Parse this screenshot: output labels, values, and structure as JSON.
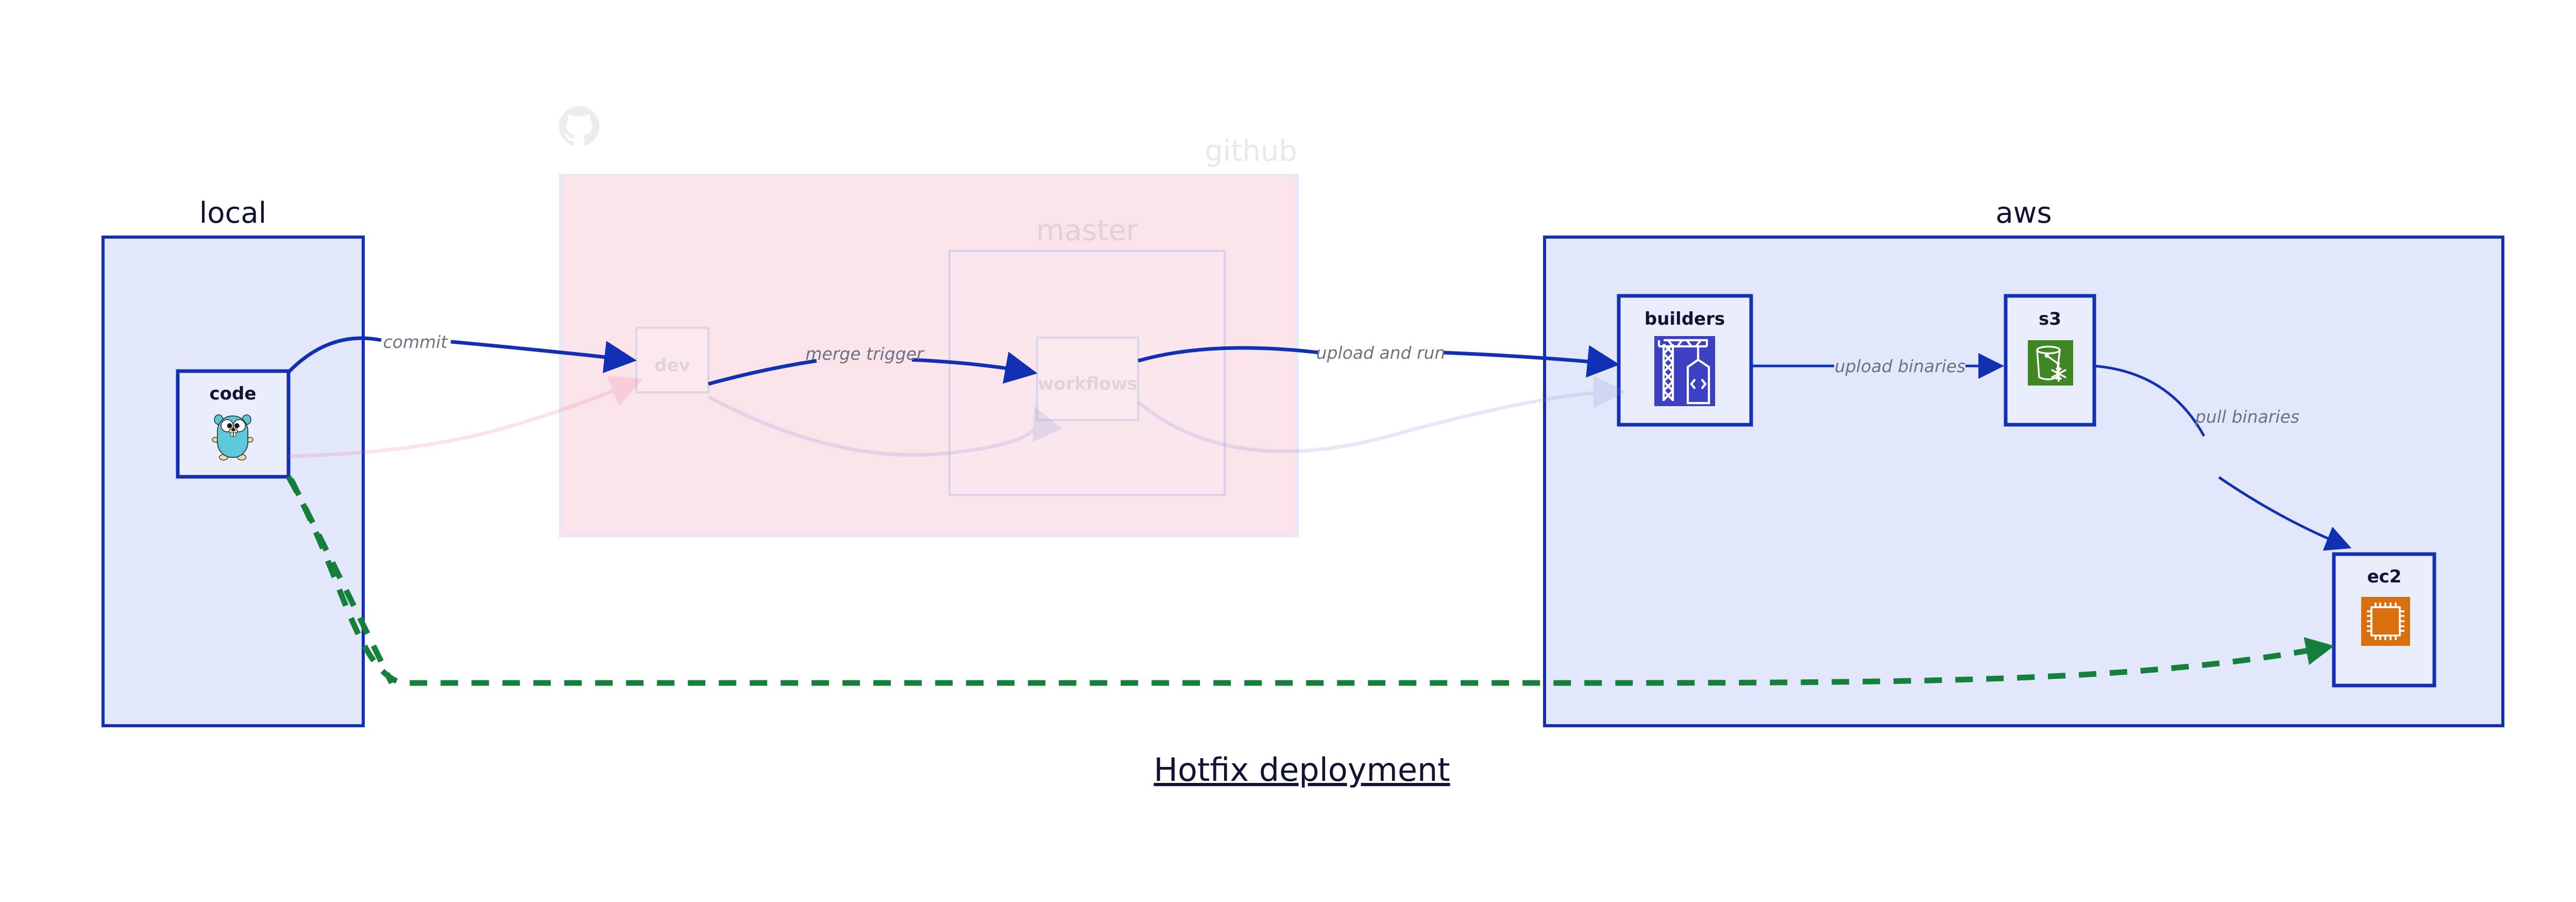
{
  "diagram": {
    "title": "Hotfix deployment",
    "groups": [
      {
        "id": "local",
        "label": "local",
        "faded": false
      },
      {
        "id": "github",
        "label": "github",
        "faded": true
      },
      {
        "id": "aws",
        "label": "aws",
        "faded": false
      }
    ],
    "subgroups": [
      {
        "id": "master",
        "label": "master",
        "parent": "github",
        "faded": true
      }
    ],
    "nodes": [
      {
        "id": "code",
        "label": "code",
        "group": "local",
        "icon": "go-gopher-icon",
        "faded": false
      },
      {
        "id": "dev",
        "label": "dev",
        "group": "github",
        "icon": null,
        "faded": true
      },
      {
        "id": "workflows",
        "label": "workflows",
        "group": "master",
        "icon": null,
        "faded": true
      },
      {
        "id": "builders",
        "label": "builders",
        "group": "aws",
        "icon": "aws-codebuild-icon",
        "faded": false
      },
      {
        "id": "s3",
        "label": "s3",
        "group": "aws",
        "icon": "aws-s3-glacier-icon",
        "faded": false
      },
      {
        "id": "ec2",
        "label": "ec2",
        "group": "aws",
        "icon": "aws-ec2-chip-icon",
        "faded": false
      }
    ],
    "edges": [
      {
        "id": "commit",
        "from": "code",
        "to": "dev",
        "label": "commit",
        "style": "solid",
        "color": "#1230b4"
      },
      {
        "id": "merge-trigger",
        "from": "dev",
        "to": "workflows",
        "label": "merge trigger",
        "style": "solid",
        "color": "#1230b4"
      },
      {
        "id": "upload-and-run",
        "from": "workflows",
        "to": "builders",
        "label": "upload and run",
        "style": "solid",
        "color": "#1230b4"
      },
      {
        "id": "upload-binaries",
        "from": "builders",
        "to": "s3",
        "label": "upload binaries",
        "style": "solid",
        "color": "#1230b4"
      },
      {
        "id": "pull-binaries",
        "from": "s3",
        "to": "ec2",
        "label": "pull binaries",
        "style": "solid",
        "color": "#1230b4"
      },
      {
        "id": "hotfix-direct",
        "from": "code",
        "to": "ec2",
        "label": "",
        "style": "dashed",
        "color": "#14803c"
      }
    ],
    "ghost_edges": [
      {
        "id": "ghost-code-dev",
        "from": "code",
        "to": "dev",
        "color": "#e8607d"
      },
      {
        "id": "ghost-dev-workflows",
        "from": "dev",
        "to": "workflows",
        "color": "#7d86d4"
      },
      {
        "id": "ghost-workflows-builders",
        "from": "workflows",
        "to": "builders",
        "color": "#7d86d4"
      }
    ],
    "icons": {
      "github_logo": "github-octocat-icon"
    },
    "colors": {
      "accent_blue": "#1230b4",
      "group_blue_fill": "#e3e7fb",
      "group_pink_fill": "#fbe3ea",
      "node_fill": "#e9edfc",
      "dashed_green": "#14803c",
      "codebuild_blue": "#3c41c4",
      "s3_green": "#3f8624",
      "ec2_orange": "#d9700d",
      "label_gray": "#6b7280",
      "text_navy": "#101331"
    }
  }
}
